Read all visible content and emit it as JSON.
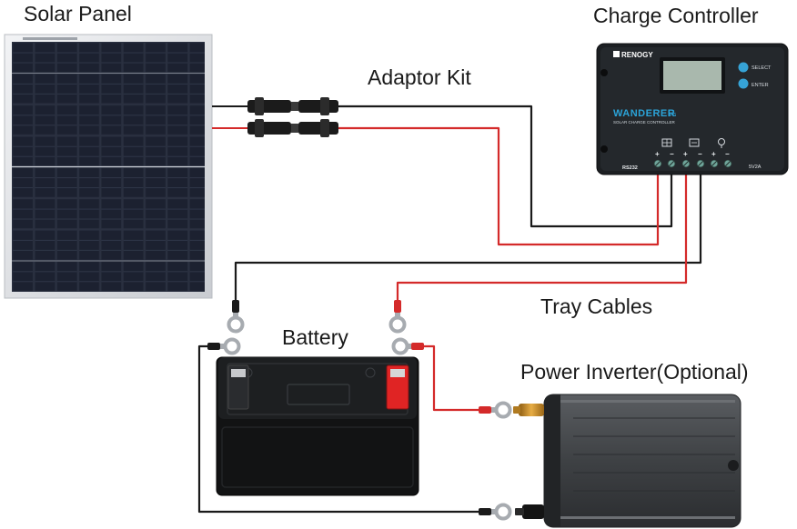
{
  "labels": {
    "solar_panel": "Solar Panel",
    "charge_controller": "Charge Controller",
    "adaptor_kit": "Adaptor Kit",
    "tray_cables": "Tray Cables",
    "battery": "Battery",
    "power_inverter": "Power Inverter(Optional)"
  },
  "controller": {
    "brand": "RENOGY",
    "model": "WANDERER",
    "model_suffix": "PG",
    "subtitle": "SOLAR CHARGE CONTROLLER",
    "button_select": "SELECT",
    "button_enter": "ENTER",
    "port_rs232": "RS232",
    "port_usb": "5V2A",
    "terminal_signs": [
      "+",
      "−",
      "+",
      "−",
      "+",
      "−"
    ]
  },
  "colors": {
    "wire_positive": "#d42a2a",
    "wire_negative": "#1a1a1a",
    "controller_body": "#1c1f22",
    "controller_lcd": "#a9b8ad",
    "controller_button": "#36a3d6",
    "controller_model": "#2ba3d8",
    "panel_cell": "#1d2230",
    "battery_positive": "#e02424"
  }
}
